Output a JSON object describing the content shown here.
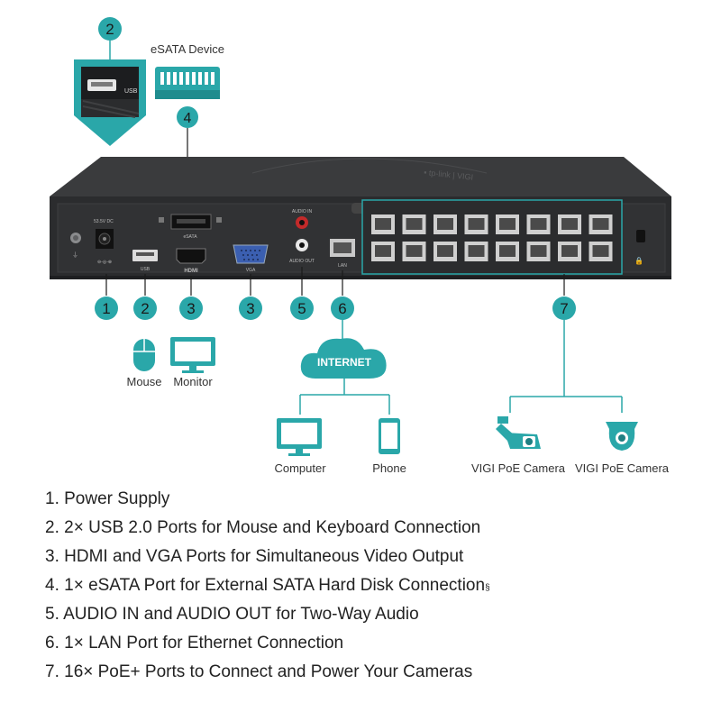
{
  "colors": {
    "teal": "#2aa7a9",
    "teal_dark": "#1f7f82",
    "device_body": "#2e2f31",
    "device_top": "#3a3b3d",
    "line": "#2aa7a9",
    "text": "#222222"
  },
  "labels": {
    "esata_device": "eSATA Device",
    "usb_port": "USB",
    "mouse": "Mouse",
    "monitor": "Monitor",
    "internet": "INTERNET",
    "computer": "Computer",
    "phone": "Phone",
    "camera1": "VIGI PoE Camera",
    "camera2": "VIGI PoE Camera"
  },
  "port_labels": {
    "dc": "53.5V DC",
    "usb": "USB",
    "hdmi": "HDMI",
    "vga": "VGA",
    "esata": "eSATA",
    "audio_in": "AUDIO IN",
    "audio_out": "AUDIO OUT",
    "lan": "LAN"
  },
  "callouts": {
    "c1": "1",
    "c2": "2",
    "c3": "3",
    "c3b": "3",
    "c4": "4",
    "c5": "5",
    "c6": "6",
    "c7": "7",
    "c2_top": "2"
  },
  "legend": [
    {
      "text": "1. Power Supply"
    },
    {
      "text": "2. 2× USB 2.0 Ports for Mouse and Keyboard Connection"
    },
    {
      "text": "3. HDMI and VGA Ports for Simultaneous Video Output"
    },
    {
      "text": "4. 1× eSATA Port for External SATA Hard Disk Connection",
      "sup": "§"
    },
    {
      "text": "5. AUDIO IN and AUDIO OUT for Two-Way Audio"
    },
    {
      "text": "6. 1× LAN Port for Ethernet Connection"
    },
    {
      "text": "7. 16× PoE+ Ports to Connect and Power Your Cameras"
    }
  ]
}
